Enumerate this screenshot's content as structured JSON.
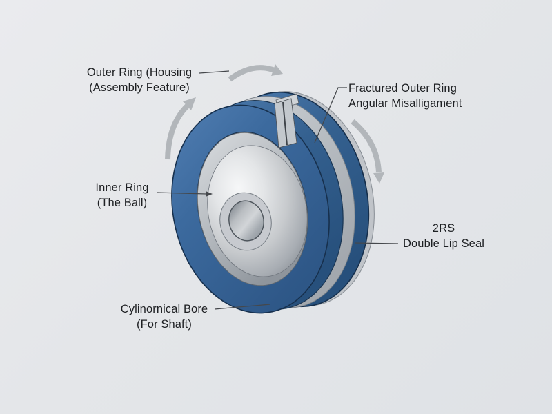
{
  "figure": {
    "type": "3d-technical-illustration",
    "subject": "spherical bearing with fractured outer ring, lip seal, ball and cylindrical bore",
    "background": "#e4e6e9",
    "colors": {
      "ring_blue": "#3a6699",
      "ring_blue_light": "#4e7db2",
      "ring_blue_dark": "#24496f",
      "ring_edge": "#17304d",
      "metal_light": "#f4f5f6",
      "metal_mid": "#c6c9cd",
      "metal_dark": "#8b9198",
      "seal_gray": "#b7bcc1",
      "arrow_gray": "#b2b6ba",
      "leader_line": "#45484c",
      "label_text": "#1e2023"
    }
  },
  "labels": {
    "outer_ring": "Outer Ring (Housing\n(Assembly Feature)",
    "fractured_ring": "Fractured Outer Ring\nAngular Misalligament",
    "inner_ring": "Inner Ring\n(The Ball)",
    "seal": "2RS\nDouble Lip Seal",
    "bore": "Cylinornical Bore\n(For Shaft)"
  },
  "annotations": {
    "rotation_arrows": [
      "top-clockwise",
      "left-upward",
      "right-downward"
    ],
    "leader_lines": [
      "outer-ring",
      "fractured-ring",
      "inner-ring",
      "seal",
      "bore"
    ]
  }
}
